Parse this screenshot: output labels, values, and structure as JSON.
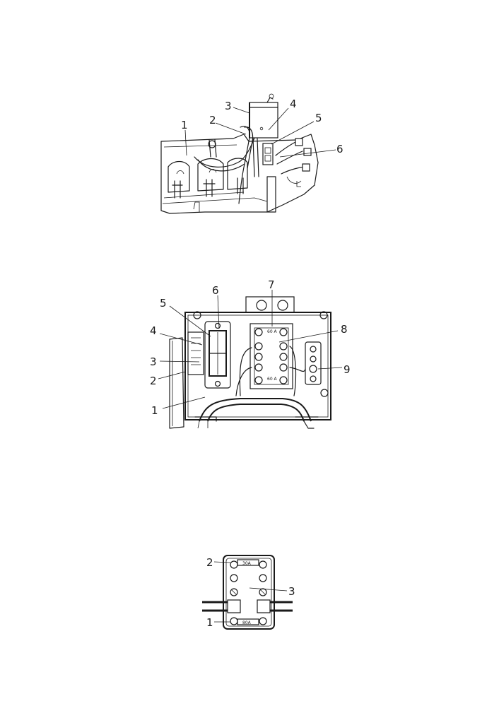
{
  "figures": [
    {
      "id": "engine-view",
      "callouts": [
        "1",
        "2",
        "3",
        "4",
        "5",
        "6"
      ]
    },
    {
      "id": "fuse-box-view",
      "callouts": [
        "1",
        "2",
        "3",
        "4",
        "5",
        "6",
        "7",
        "8",
        "9"
      ],
      "plate_marks": [
        "60 A",
        "60 A"
      ]
    },
    {
      "id": "fuse-block-view",
      "callouts": [
        "1",
        "2",
        "3"
      ],
      "plate_marks": [
        "30A",
        "80A"
      ]
    }
  ]
}
